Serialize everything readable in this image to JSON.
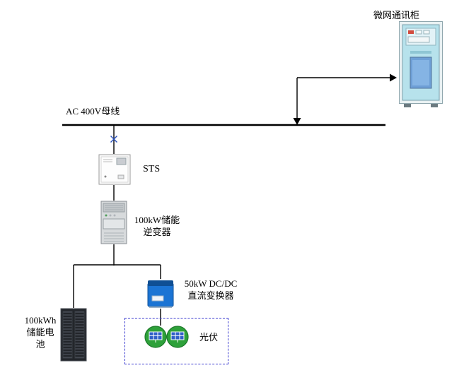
{
  "diagram": {
    "comm_cabinet_label": "微网通讯柜",
    "busbar_label": "AC 400V母线",
    "sts_label": "STS",
    "inverter_label": [
      "100kW储能",
      "逆变器"
    ],
    "dcdc_label": [
      "50kW DC/DC",
      "直流变换器"
    ],
    "battery_label": [
      "100kWh",
      "储能电",
      "池"
    ],
    "pv_label": "光伏"
  },
  "colors": {
    "wire": "#000000",
    "breaker": "#2a52be",
    "pv_box_border": "#3b3bd0",
    "pv_green": "#2ea13a",
    "dcdc_blue": "#1b74d4",
    "cabinet_teal": "#b7e2ec",
    "battery_dark": "#23262b"
  }
}
